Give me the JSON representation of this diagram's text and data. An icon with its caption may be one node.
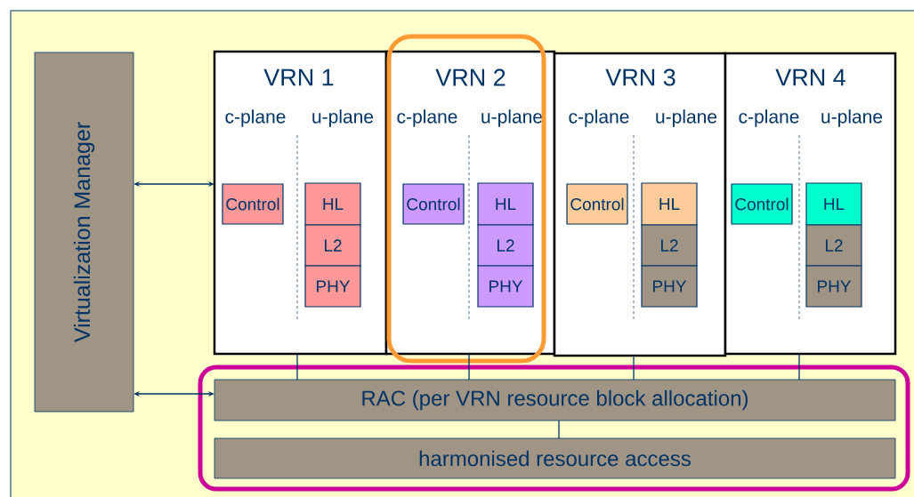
{
  "diagram": {
    "nodes": [
      {
        "text": [
          "Virtualization Manager"
        ]
      },
      {
        "text": [
          "VRN 1",
          "c-plane",
          "u-plane"
        ]
      },
      {
        "text": [
          "Control"
        ],
        "in": 1
      },
      {
        "text": [
          "HL"
        ],
        "in": 1
      },
      {
        "text": [
          "L2"
        ],
        "in": 1
      },
      {
        "text": [
          "PHY"
        ],
        "in": 1
      },
      {
        "text": [
          "VRN 2",
          "c-plane",
          "u-plane"
        ]
      },
      {
        "text": [
          "Control"
        ],
        "in": 6
      },
      {
        "text": [
          "HL"
        ],
        "in": 6
      },
      {
        "text": [
          "L2"
        ],
        "in": 6
      },
      {
        "text": [
          "PHY"
        ],
        "in": 6
      },
      {
        "text": [
          "VRN 3",
          "c-plane",
          "u-plane"
        ]
      },
      {
        "text": [
          "Control"
        ],
        "in": 11
      },
      {
        "text": [
          "HL"
        ],
        "in": 11
      },
      {
        "text": [
          "L2"
        ],
        "in": 11
      },
      {
        "text": [
          "PHY"
        ],
        "in": 11
      },
      {
        "text": [
          "VRN 4",
          "c-plane",
          "u-plane"
        ]
      },
      {
        "text": [
          "Control"
        ],
        "in": 16
      },
      {
        "text": [
          "HL"
        ],
        "in": 16
      },
      {
        "text": [
          "L2"
        ],
        "in": 16
      },
      {
        "text": [
          "PHY"
        ],
        "in": 16
      },
      {
        "text": [],
        "shape": "box"
      },
      {
        "text": [
          "RAC (per VRN resource block allocation)"
        ],
        "in": 21
      },
      {
        "text": [
          "harmonised resource access"
        ],
        "in": 21
      }
    ],
    "edges": [
      {
        "from": 0,
        "to": 1,
        "arrow": "both"
      },
      {
        "from": 0,
        "to": 22,
        "arrow": "both"
      },
      {
        "from": 1,
        "to": 22,
        "arrow": "none"
      },
      {
        "from": 6,
        "to": 22,
        "arrow": "none"
      },
      {
        "from": 11,
        "to": 22,
        "arrow": "none"
      },
      {
        "from": 16,
        "to": 22,
        "arrow": "none"
      },
      {
        "from": 22,
        "to": 23,
        "arrow": "none"
      }
    ]
  }
}
